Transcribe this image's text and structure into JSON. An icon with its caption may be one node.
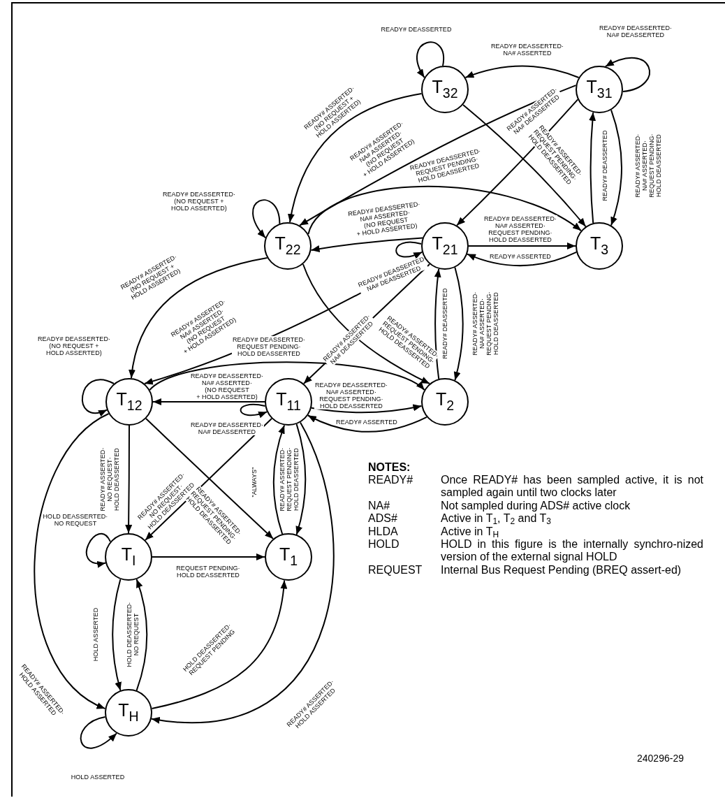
{
  "diagram": {
    "nodes": [
      {
        "text": [
          "T$_{32}$"
        ]
      },
      {
        "text": [
          "T$_{31}$"
        ]
      },
      {
        "text": [
          "T$_{22}$"
        ]
      },
      {
        "text": [
          "T$_{21}$"
        ]
      },
      {
        "text": [
          "T$_{3}$"
        ]
      },
      {
        "text": [
          "T$_{12}$"
        ]
      },
      {
        "text": [
          "T$_{11}$"
        ]
      },
      {
        "text": [
          "T$_{2}$"
        ]
      },
      {
        "text": [
          "T$_{I}$"
        ]
      },
      {
        "text": [
          "T$_{1}$"
        ]
      },
      {
        "text": [
          "T$_{H}$"
        ]
      }
    ],
    "edges": [
      {
        "from": 0,
        "to": 0,
        "arrow": "to",
        "label": "READY# DEASSERTED"
      },
      {
        "from": 1,
        "to": 1,
        "arrow": "to",
        "label": "READY# DEASSERTED· NA# DEASSERTED"
      },
      {
        "from": 1,
        "to": 0,
        "arrow": "to",
        "label": "READY# DEASSERTED· NA# ASSERTED"
      },
      {
        "from": 0,
        "to": 2,
        "arrow": "to",
        "label": "READY# ASSERTED· (NO REQUEST + HOLD ASSERTED)"
      },
      {
        "from": 1,
        "to": 2,
        "arrow": "to",
        "label": "READY# ASSERTED· NA# ASSERTED· (NO REQUEST + HOLD ASSERTED)"
      },
      {
        "from": 2,
        "to": 2,
        "arrow": "to",
        "label": "READY# DEASSERTED· (NO REQUEST + HOLD ASSERTED)"
      },
      {
        "from": 2,
        "to": 4,
        "arrow": "to",
        "label": "READY# DEASSERTED· REQUEST PENDING· HOLD DEASSERTED"
      },
      {
        "from": 3,
        "to": 2,
        "arrow": "to",
        "label": "READY# DEASSERTED· NA# ASSERTED· (NO REQUEST + HOLD ASSERTED)"
      },
      {
        "from": 3,
        "to": 3,
        "arrow": "to",
        "label": "READY# DEASSERTED NA# DEASSERTED"
      },
      {
        "from": 4,
        "to": 3,
        "arrow": "to",
        "label": "READY# ASSERTED"
      },
      {
        "from": 3,
        "to": 4,
        "arrow": "to",
        "label": "READY# DEASSERTED· NA# ASSERTED· REQUEST PENDING· HOLD DEASSERTED"
      },
      {
        "from": 4,
        "to": 1,
        "arrow": "to",
        "label": "READY# DEASSERTED"
      },
      {
        "from": 1,
        "to": 4,
        "arrow": "to",
        "label": "READY# ASSERTED· NA# ASSERTED· REQUEST PENDING· HOLD DEASSERTED"
      },
      {
        "from": 0,
        "to": 4,
        "arrow": "to",
        "label": "READY# ASSERTED· REQUEST PENDING· HOLD DEASSERTED"
      },
      {
        "from": 1,
        "to": 3,
        "arrow": "to",
        "label": "READY# ASSERTED· NA# DEASSERTED"
      },
      {
        "from": 2,
        "to": 5,
        "arrow": "to",
        "label": "READY# ASSERTED· (NO REQUEST + HOLD ASSERTED)"
      },
      {
        "from": 3,
        "to": 5,
        "arrow": "to",
        "label": "READY# ASSERTED· NA# ASSERTED· (NO REQUEST + HOLD ASSERTED)"
      },
      {
        "from": 2,
        "to": 7,
        "arrow": "to",
        "label": "READY# ASSERTED· REQUEST PENDING· HOLD DEASSERTED"
      },
      {
        "from": 3,
        "to": 6,
        "arrow": "to",
        "label": "READY# ASSERTED· NA# DEASSERTED"
      },
      {
        "from": 7,
        "to": 3,
        "arrow": "to",
        "label": "READY# DEASSERTED"
      },
      {
        "from": 3,
        "to": 7,
        "arrow": "to",
        "label": "READY# ASSERTED· NA# ASSERTED· REQUEST PENDING· HOLD DEASSERTED"
      },
      {
        "from": 5,
        "to": 5,
        "arrow": "to",
        "label": "READY# DEASSERTED· (NO REQUEST + HOLD ASSERTED)"
      },
      {
        "from": 5,
        "to": 7,
        "arrow": "to",
        "label": "READY# DEASSERTED· REQUEST PENDING· HOLD DEASSERTED"
      },
      {
        "from": 6,
        "to": 5,
        "arrow": "to",
        "label": "READY# DEASSERTED· NA# ASSERTED· (NO REQUEST + HOLD ASSERTED)"
      },
      {
        "from": 6,
        "to": 6,
        "arrow": "to",
        "label": "READY# DEASSERTED· NA# DEASSERTED"
      },
      {
        "from": 6,
        "to": 7,
        "arrow": "to",
        "label": "READY# DEASSERTED· NA# ASSERTED· REQUEST PENDING· HOLD DEASSERTED"
      },
      {
        "from": 7,
        "to": 6,
        "arrow": "to",
        "label": "READY# ASSERTED"
      },
      {
        "from": 5,
        "to": 8,
        "arrow": "to",
        "label": "READY# ASSERTED· NO REQUEST· HOLD DEASSERTED"
      },
      {
        "from": 6,
        "to": 8,
        "arrow": "to",
        "label": "READY# ASSERTED· NO REQUEST· HOLD DEASSERTED"
      },
      {
        "from": 5,
        "to": 9,
        "arrow": "to",
        "label": "READY# ASSERTED· REQUEST PENDING· HOLD DEASSERTED"
      },
      {
        "from": 9,
        "to": 6,
        "arrow": "to",
        "label": "\"ALWAYS\""
      },
      {
        "from": 6,
        "to": 9,
        "arrow": "to",
        "label": "READY# ASSERTED· REQUEST PENDING· HOLD DEASSERTED"
      },
      {
        "from": 6,
        "to": 10,
        "arrow": "to",
        "label": "READY# ASSERTED· HOLD ASSERTED"
      },
      {
        "from": 5,
        "to": 10,
        "arrow": "to",
        "label": "READY# ASSERTED· HOLD ASSERTED"
      },
      {
        "from": 8,
        "to": 8,
        "arrow": "to",
        "label": "HOLD DEASSERTED· NO REQUEST"
      },
      {
        "from": 8,
        "to": 9,
        "arrow": "to",
        "label": "REQUEST PENDING· HOLD DEASSERTED"
      },
      {
        "from": 8,
        "to": 10,
        "arrow": "to",
        "label": "HOLD ASSERTED"
      },
      {
        "from": 10,
        "to": 8,
        "arrow": "to",
        "label": "HOLD DEASSERTED· NO REQUEST"
      },
      {
        "from": 10,
        "to": 9,
        "arrow": "to",
        "label": "HOLD DEASSERTED· REQUEST PENDING"
      },
      {
        "from": 10,
        "to": 10,
        "arrow": "to",
        "label": "HOLD ASSERTED"
      }
    ],
    "labels": [
      "NOTES:",
      "READY#",
      "Once READY# has been sampled active, it is not sampled again until two clocks later",
      "NA#",
      "Not sampled during ADS# active clock",
      "ADS#",
      "Active in T$_{1}$, T$_{2}$ and T$_{3}$",
      "HLDA",
      "Active in T$_{H}$",
      "HOLD",
      "HOLD in this figure is the internally synchro-nized version of the external signal HOLD",
      "REQUEST",
      "Internal Bus Request Pending (BREQ assert-ed)",
      "240296-29"
    ]
  }
}
